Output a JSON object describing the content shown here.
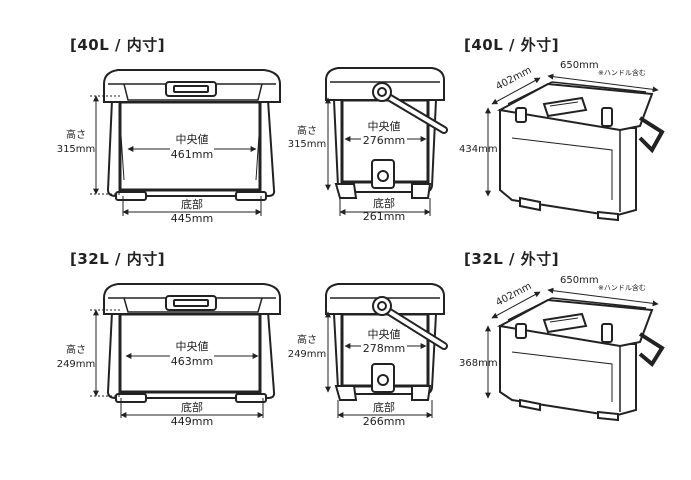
{
  "sections": {
    "l40_inner": {
      "header": "[40L / 内寸]",
      "front": {
        "height_label": "高さ",
        "height_value": "315mm",
        "center_label": "中央値",
        "center_value": "461mm",
        "bottom_label": "底部",
        "bottom_value": "445mm"
      },
      "side": {
        "height_label": "高さ",
        "height_value": "315mm",
        "center_label": "中央値",
        "center_value": "276mm",
        "bottom_label": "底部",
        "bottom_value": "261mm"
      }
    },
    "l40_outer": {
      "header": "[40L / 外寸]",
      "width_value": "650mm",
      "width_note": "※ハンドル含む",
      "depth_value": "402mm",
      "height_value": "434mm"
    },
    "l32_inner": {
      "header": "[32L / 内寸]",
      "front": {
        "height_label": "高さ",
        "height_value": "249mm",
        "center_label": "中央値",
        "center_value": "463mm",
        "bottom_label": "底部",
        "bottom_value": "449mm"
      },
      "side": {
        "height_label": "高さ",
        "height_value": "249mm",
        "center_label": "中央値",
        "center_value": "278mm",
        "bottom_label": "底部",
        "bottom_value": "266mm"
      }
    },
    "l32_outer": {
      "header": "[32L / 外寸]",
      "width_value": "650mm",
      "width_note": "※ハンドル含む",
      "depth_value": "402mm",
      "height_value": "368mm"
    }
  }
}
